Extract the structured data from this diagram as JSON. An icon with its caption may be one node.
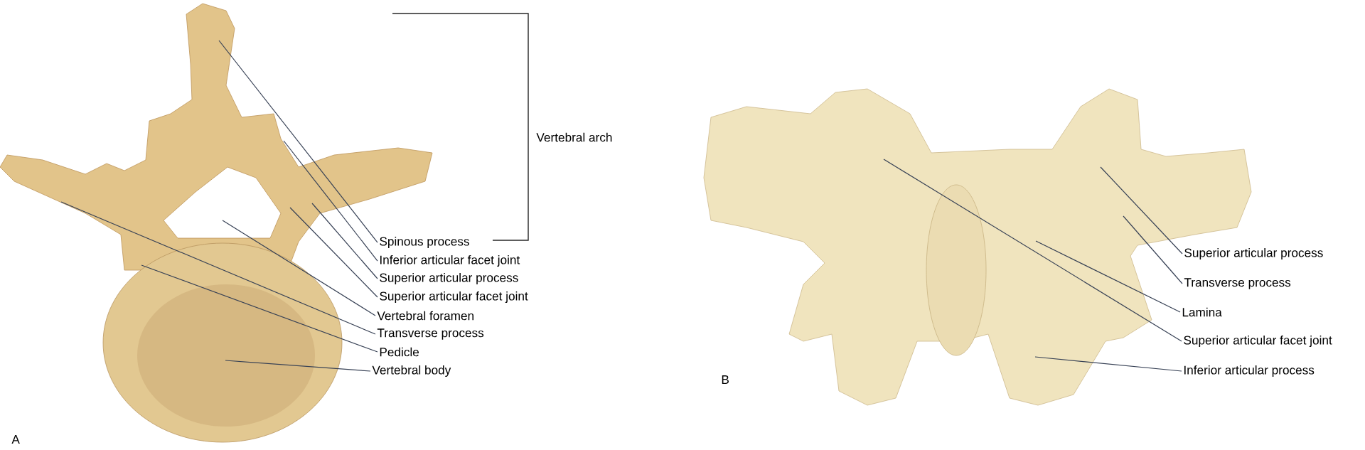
{
  "diagram": {
    "nodes": [
      {
        "text": [
          "Spinous process"
        ]
      },
      {
        "text": [
          "Inferior articular facet joint"
        ]
      },
      {
        "text": [
          "Superior articular process"
        ]
      },
      {
        "text": [
          "Superior articular facet joint"
        ]
      },
      {
        "text": [
          "Vertebral foramen"
        ]
      },
      {
        "text": [
          "Transverse process"
        ]
      },
      {
        "text": [
          "Pedicle"
        ]
      },
      {
        "text": [
          "Vertebral body"
        ]
      },
      {
        "text": [
          "Superior articular process"
        ]
      },
      {
        "text": [
          "Transverse process"
        ]
      },
      {
        "text": [
          "Lamina"
        ]
      },
      {
        "text": [
          "Superior articular facet joint"
        ]
      },
      {
        "text": [
          "Inferior articular process"
        ]
      }
    ],
    "edges": [
      {
        "from": 0,
        "to": null,
        "arrow": "none"
      },
      {
        "from": 1,
        "to": null,
        "arrow": "none"
      },
      {
        "from": 2,
        "to": null,
        "arrow": "none"
      },
      {
        "from": 3,
        "to": null,
        "arrow": "none"
      },
      {
        "from": 4,
        "to": null,
        "arrow": "none"
      },
      {
        "from": 5,
        "to": null,
        "arrow": "none"
      },
      {
        "from": 6,
        "to": null,
        "arrow": "none"
      },
      {
        "from": 7,
        "to": null,
        "arrow": "none"
      },
      {
        "from": 8,
        "to": null,
        "arrow": "none"
      },
      {
        "from": 9,
        "to": null,
        "arrow": "none"
      },
      {
        "from": 10,
        "to": null,
        "arrow": "none"
      },
      {
        "from": 11,
        "to": null,
        "arrow": "none"
      },
      {
        "from": 12,
        "to": null,
        "arrow": "none"
      }
    ],
    "labels": [
      "Vertebral arch",
      "A",
      "B"
    ]
  }
}
